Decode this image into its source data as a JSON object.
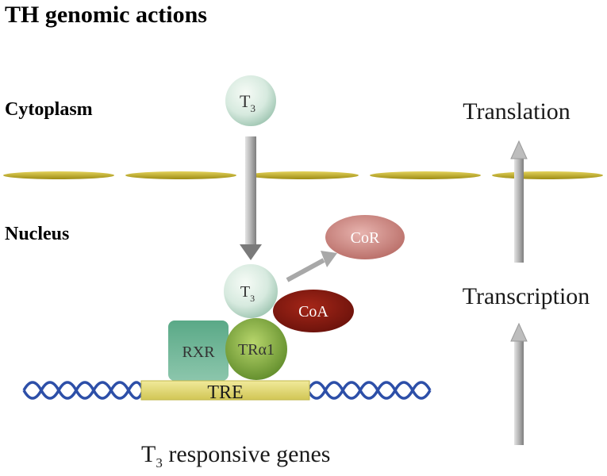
{
  "title": "TH genomic actions",
  "compartments": {
    "cytoplasm": "Cytoplasm",
    "nucleus": "Nucleus"
  },
  "processes": {
    "translation": "Translation",
    "transcription": "Transcription"
  },
  "molecules": {
    "t3_main": "T",
    "t3_sub": "3",
    "cor": "CoR",
    "coa": "CoA",
    "rxr": "RXR",
    "tra1": "TRα1",
    "tre": "TRE"
  },
  "footer": {
    "prefix": "T",
    "sub": "3",
    "rest": " responsive genes"
  },
  "colors": {
    "membrane": "#c9b82a",
    "t3_light": "#eef6ee",
    "t3_dark": "#9dc4b0",
    "rxr": "#4f9e7c",
    "tra1_light": "#a7c95f",
    "tra1_dark": "#6f9a32",
    "coa": "#8b1b12",
    "cor": "#c97a74",
    "tre_fill": "#e6df7c",
    "dna": "#2d4fa8",
    "arrow": "#a8a8a8"
  }
}
